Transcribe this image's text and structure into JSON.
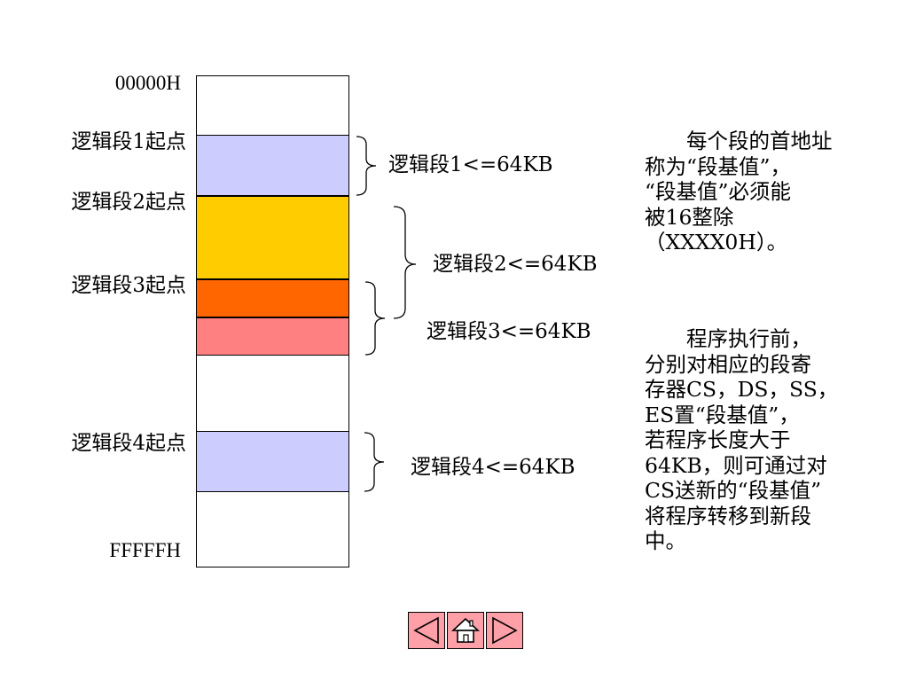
{
  "memory": {
    "top_address": "00000H",
    "bottom_address": "FFFFFH",
    "colors": {
      "segment1": "#ccccff",
      "segment2": "#ffcc00",
      "segment3_overlap": "#ff6600",
      "segment3": "#ff8080",
      "segment4": "#ccccff"
    }
  },
  "start_labels": {
    "seg1": "逻辑段1起点",
    "seg2": "逻辑段2起点",
    "seg3": "逻辑段3起点",
    "seg4": "逻辑段4起点"
  },
  "size_labels": {
    "seg1": "逻辑段1<=64KB",
    "seg2": "逻辑段2<=64KB",
    "seg3": "逻辑段3<=64KB",
    "seg4": "逻辑段4<=64KB"
  },
  "paragraph1": [
    "　　每个段的首地址",
    "称为“段基值”，",
    "“段基值”必须能",
    "被16整除",
    "（XXXX0H）。"
  ],
  "paragraph2": [
    "　　程序执行前，",
    "分别对相应的段寄",
    "存器CS，DS，SS，",
    "ES置“段基值”，",
    "若程序长度大于",
    "64KB，则可通过对",
    "CS送新的“段基值”",
    "将程序转移到新段",
    "中。"
  ],
  "nav": {
    "prev": "previous-slide",
    "home": "home",
    "next": "next-slide",
    "fill_color": "#ffa0a8"
  }
}
